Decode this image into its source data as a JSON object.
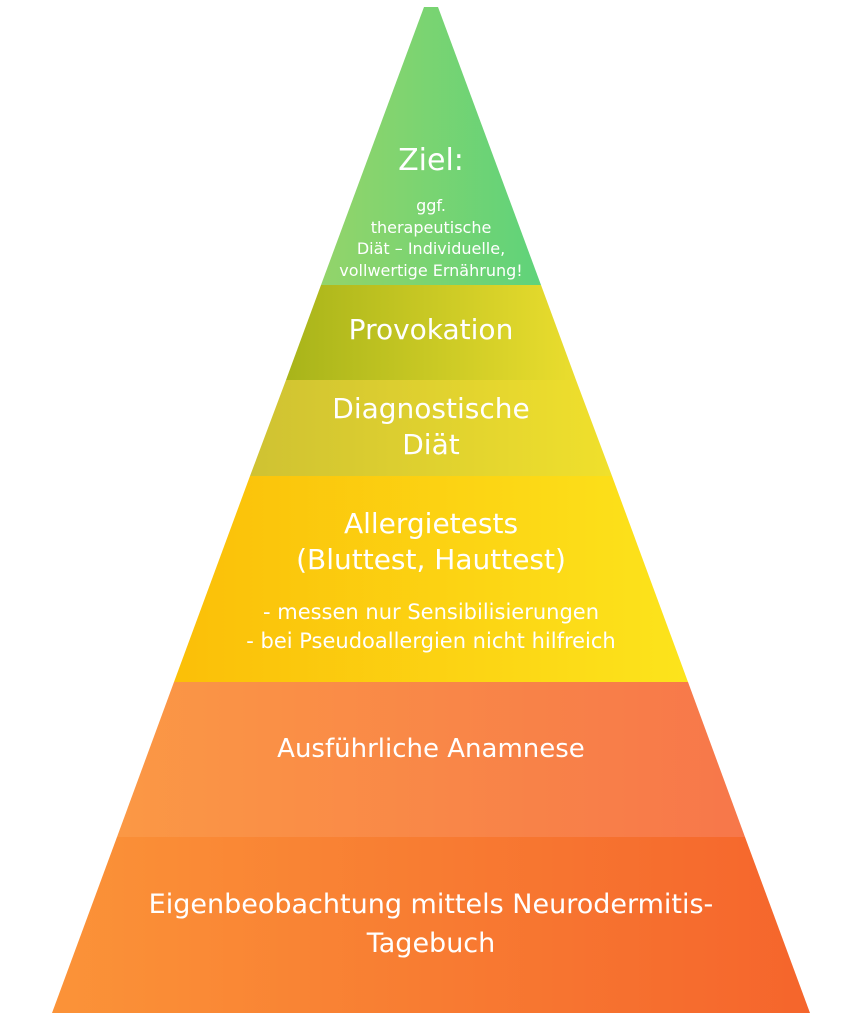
{
  "levels": {
    "ziel": {
      "heading": "Ziel:",
      "lines": [
        "ggf.",
        "therapeutische",
        "Diät – Individuelle,",
        "vollwertige Ernährung!"
      ]
    },
    "provokation": {
      "lines": [
        "Provokation"
      ]
    },
    "diagnostische_diaet": {
      "lines": [
        "Diagnostische",
        "Diät"
      ]
    },
    "allergietests": {
      "lines": [
        "Allergietests",
        "(Bluttest, Hauttest)"
      ],
      "notes": [
        "- messen nur Sensibilisierungen",
        "- bei Pseudoallergien nicht hilfreich"
      ]
    },
    "anamnese": {
      "lines": [
        "Ausführliche Anamnese"
      ]
    },
    "eigenbeobachtung": {
      "lines": [
        "Eigenbeobachtung mittels Neurodermitis-",
        "Tagebuch"
      ]
    }
  },
  "colors": {
    "ziel": [
      "#93d46a",
      "#5fd37a"
    ],
    "provokation": [
      "#a8b41a",
      "#eadd2e"
    ],
    "diagnostische_diaet": [
      "#cfc232",
      "#f0e02c"
    ],
    "allergietests": [
      "#fbbf08",
      "#fce41c"
    ],
    "anamnese": [
      "#fb9845",
      "#f7774a"
    ],
    "eigenbeobachtung": [
      "#fb9338",
      "#f5652c"
    ]
  }
}
